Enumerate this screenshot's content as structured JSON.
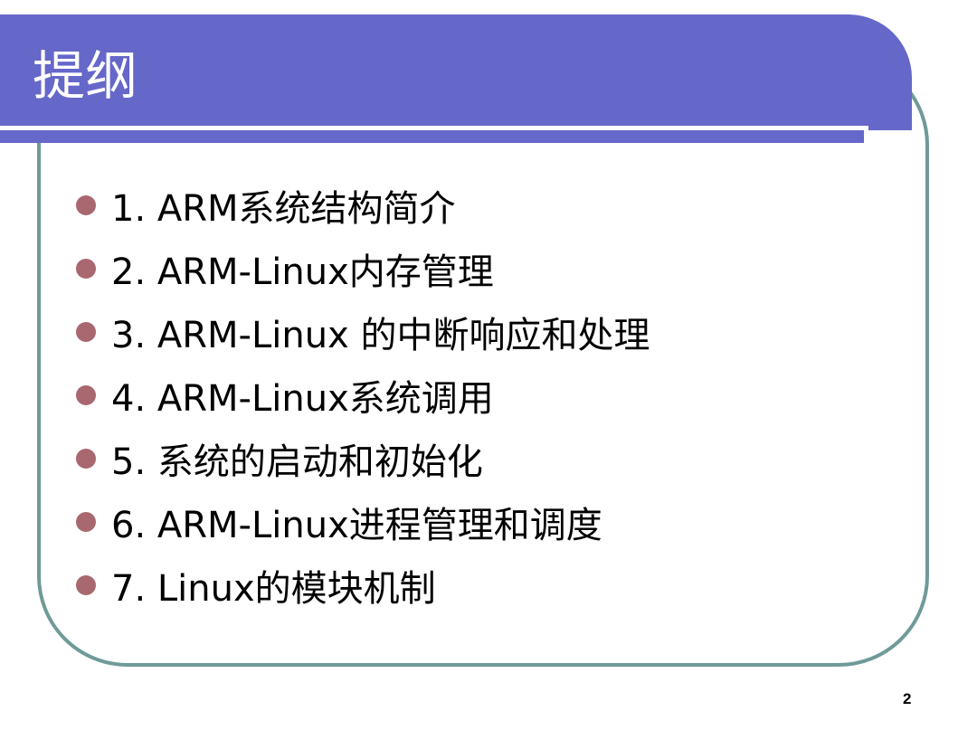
{
  "slide": {
    "title": "提纲",
    "page_number": "2",
    "items": [
      "1. ARM系统结构简介",
      "2. ARM-Linux内存管理",
      "3. ARM-Linux 的中断响应和处理",
      "4. ARM-Linux系统调用",
      "5. 系统的启动和初始化",
      "6. ARM-Linux进程管理和调度",
      "7. Linux的模块机制"
    ]
  },
  "colors": {
    "title_bar": "#6567c9",
    "frame_border": "#6f9a98",
    "bullet": "#a9676f"
  }
}
